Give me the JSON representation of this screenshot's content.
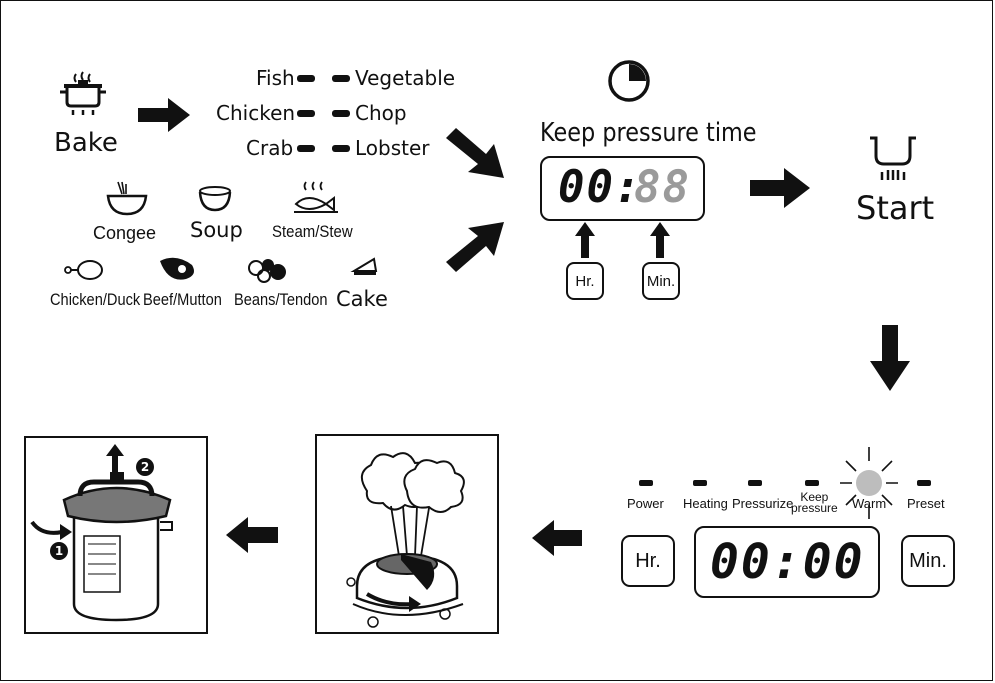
{
  "step1": {
    "menu_label": "Bake",
    "food_left": [
      "Fish",
      "Chicken",
      "Crab"
    ],
    "food_right": [
      "Vegetable",
      "Chop",
      "Lobster"
    ],
    "programs": [
      "Congee",
      "Soup",
      "Steam/Stew",
      "Chicken/Duck",
      "Beef/Mutton",
      "Beans/Tendon",
      "Cake"
    ]
  },
  "step2": {
    "title": "Keep pressure time",
    "display_left": "00",
    "display_colon": ":",
    "display_right": "88",
    "hour_key": "Hr.",
    "minute_key": "Min."
  },
  "step3": {
    "start_label": "Start"
  },
  "step4": {
    "indicators": [
      "Power",
      "Heating",
      "Pressurize",
      "Keep pressure",
      "Warm",
      "Preset"
    ],
    "keep_line1": "Keep",
    "keep_line2": "pressure",
    "active_indicator": "Warm",
    "hour_key": "Hr.",
    "minute_key": "Min.",
    "display": "00:00"
  },
  "step6": {
    "badges": [
      "1",
      "2"
    ]
  },
  "colors": {
    "ink": "#111111",
    "dim_segment": "#9a9a9a",
    "background": "#ffffff"
  }
}
